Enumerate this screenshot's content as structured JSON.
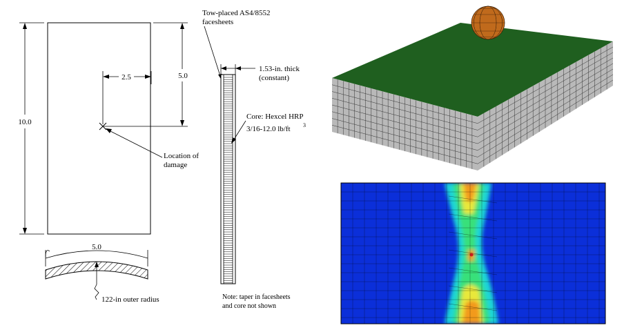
{
  "panel_drawing": {
    "height_dim": "10.0",
    "half_height_dim": "5.0",
    "offset_dim": "2.5",
    "damage_label_line1": "Location of",
    "damage_label_line2": "damage",
    "arc_width_dim": "5.0",
    "radius_label": "122-in outer radius"
  },
  "section_drawing": {
    "facesheet_line1": "Tow-placed AS4/8552",
    "facesheet_line2": "facesheets",
    "thickness_line1": "1.53-in. thick",
    "thickness_line2": "(constant)",
    "core_line1": "Core: Hexcel HRP",
    "core_line2": "3/16-12.0 lb/ft",
    "core_superscript": "3",
    "note_line1": "Note: taper in facesheets",
    "note_line2": "and core not shown"
  },
  "fe_model": {
    "top_color": "#1f5f1f",
    "side_color": "#b9b9b9",
    "impactor_color": "#c06a1c"
  },
  "contour_plot": {
    "background_color": "#0b2fd9",
    "colors": [
      "#0b2fd9",
      "#1fd6d6",
      "#38e07a",
      "#e8e83a",
      "#f29a1c",
      "#e02020"
    ]
  }
}
